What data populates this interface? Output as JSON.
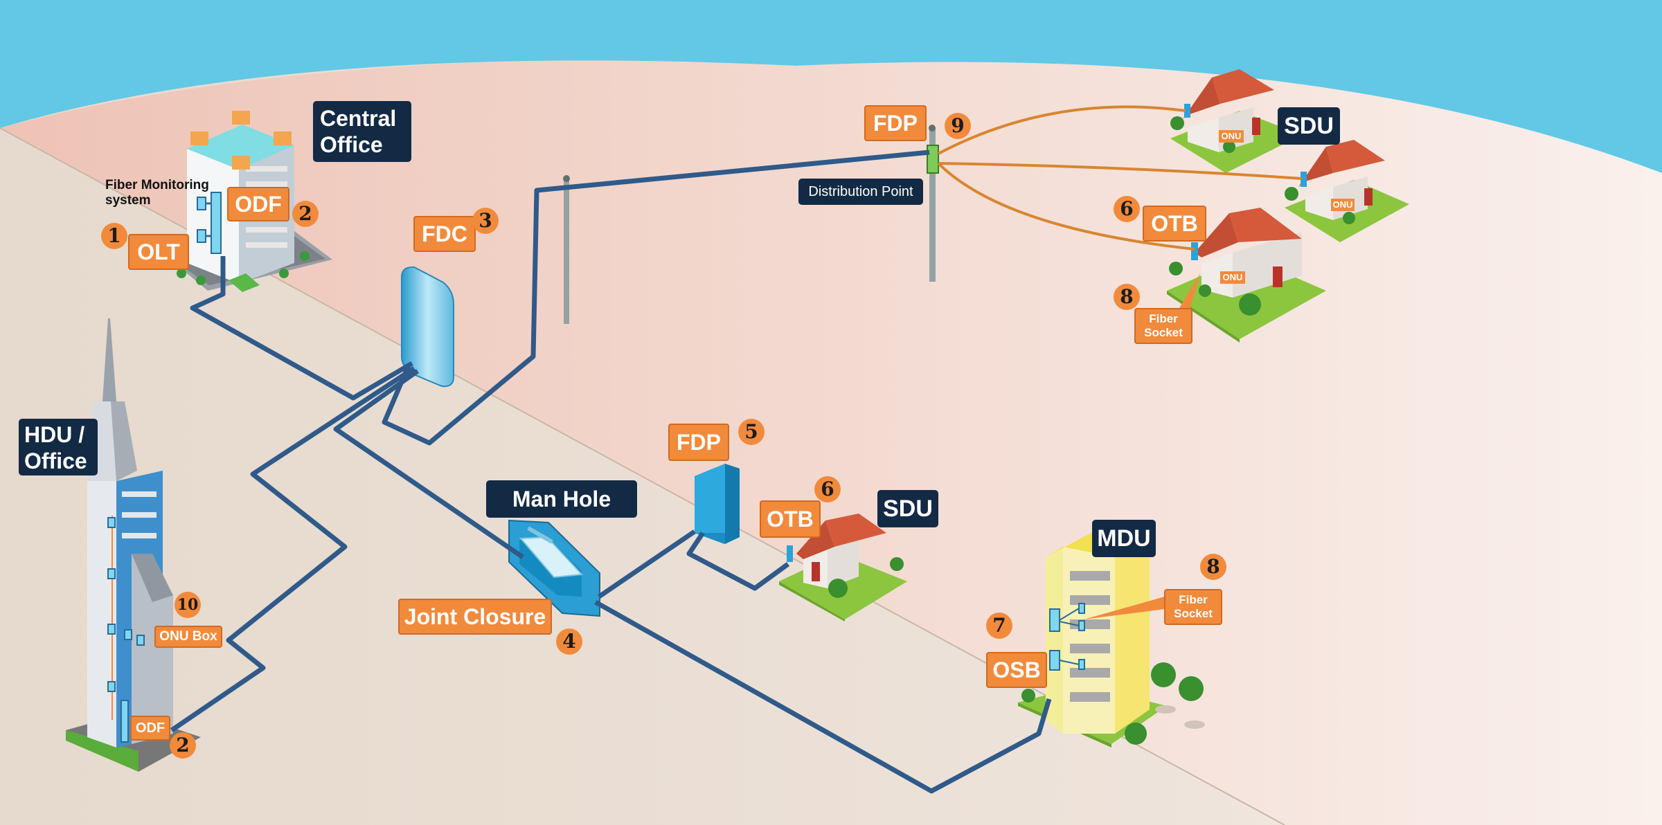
{
  "diagram": {
    "colors": {
      "sky": "#62c8e6",
      "ground": "#e9ddd3",
      "fiber_feeder": "#2f5a8a",
      "fiber_drop": "#d9852f",
      "label_orange": "#f28a3c",
      "label_navy": "#132a45",
      "lawn": "#8cc63f"
    },
    "labels": {
      "central_office": "Central\nOffice",
      "fiber_monitoring": "Fiber Monitoring\nsystem",
      "odf_co": "ODF",
      "olt": "OLT",
      "fdc": "FDC",
      "fdp_pole": "FDP",
      "distribution_point": "Distribution Point",
      "sdu_top": "SDU",
      "otb_top": "OTB",
      "fiber_socket_top": "Fiber\nSocket",
      "onu_house_1": "ONU",
      "onu_house_2": "ONU",
      "onu_house_3": "ONU",
      "hdu_office": "HDU /\nOffice",
      "onu_box": "ONU Box",
      "odf_hdu": "ODF",
      "man_hole": "Man Hole",
      "joint_closure": "Joint Closure",
      "fdp_mid": "FDP",
      "otb_mid": "OTB",
      "sdu_mid": "SDU",
      "mdu": "MDU",
      "fiber_socket_mdu": "Fiber\nSocket",
      "osb": "OSB"
    },
    "numbers": {
      "olt": "1",
      "odf_co": "2",
      "fdc": "3",
      "fdp_pole": "9",
      "otb_top": "6",
      "fiber_socket_top": "8",
      "onu_box": "10",
      "odf_hdu": "2",
      "joint_closure": "4",
      "fdp_mid": "5",
      "otb_mid": "6",
      "fiber_socket_mdu": "8",
      "osb": "7"
    }
  }
}
